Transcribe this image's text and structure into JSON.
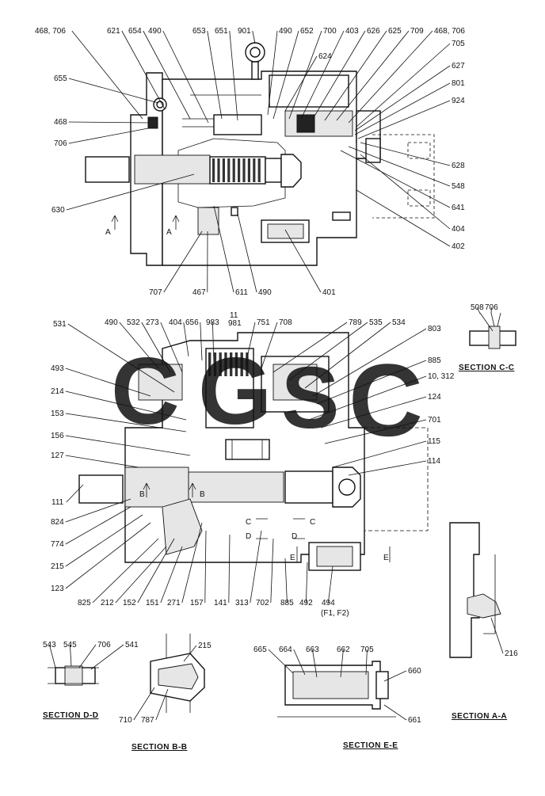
{
  "top_view": {
    "labels": [
      "468, 706",
      "621",
      "654",
      "490",
      "653",
      "651",
      "901",
      "490",
      "652",
      "700",
      "403",
      "626",
      "625",
      "709",
      "468, 706",
      "705",
      "624",
      "655",
      "627",
      "801",
      "924",
      "468",
      "706",
      "628",
      "630",
      "548",
      "641",
      "404",
      "402",
      "A",
      "A",
      "707",
      "467",
      "611",
      "490",
      "401"
    ]
  },
  "main_view": {
    "labels": [
      "11",
      "981",
      "531",
      "490",
      "532",
      "273",
      "404",
      "656",
      "983",
      "751",
      "708",
      "789",
      "535",
      "534",
      "803",
      "885",
      "10, 312",
      "493",
      "214",
      "124",
      "153",
      "701",
      "156",
      "115",
      "127",
      "114",
      "111",
      "B",
      "B",
      "824",
      "C",
      "C",
      "774",
      "D",
      "D",
      "E",
      "E",
      "215",
      "123",
      "825",
      "212",
      "152",
      "151",
      "271",
      "157",
      "141",
      "313",
      "702",
      "885",
      "492",
      "494",
      "(F1, F2)"
    ]
  },
  "section_cc": {
    "labels": [
      "508",
      "706"
    ],
    "title": "SECTION C-C"
  },
  "section_dd": {
    "labels": [
      "543",
      "545",
      "706",
      "541"
    ],
    "title": "SECTION D-D"
  },
  "section_bb": {
    "labels": [
      "215",
      "710",
      "787"
    ],
    "title": "SECTION B-B"
  },
  "section_ee": {
    "labels": [
      "665",
      "664",
      "663",
      "662",
      "705",
      "660",
      "661"
    ],
    "title": "SECTION E-E"
  },
  "section_aa": {
    "labels": [
      "216"
    ],
    "title": "SECTION A-A"
  },
  "watermark": {
    "text": "CGSC",
    "colors": [
      "#4285f4",
      "#ea4335",
      "#fbbc05",
      "#34a853"
    ]
  }
}
